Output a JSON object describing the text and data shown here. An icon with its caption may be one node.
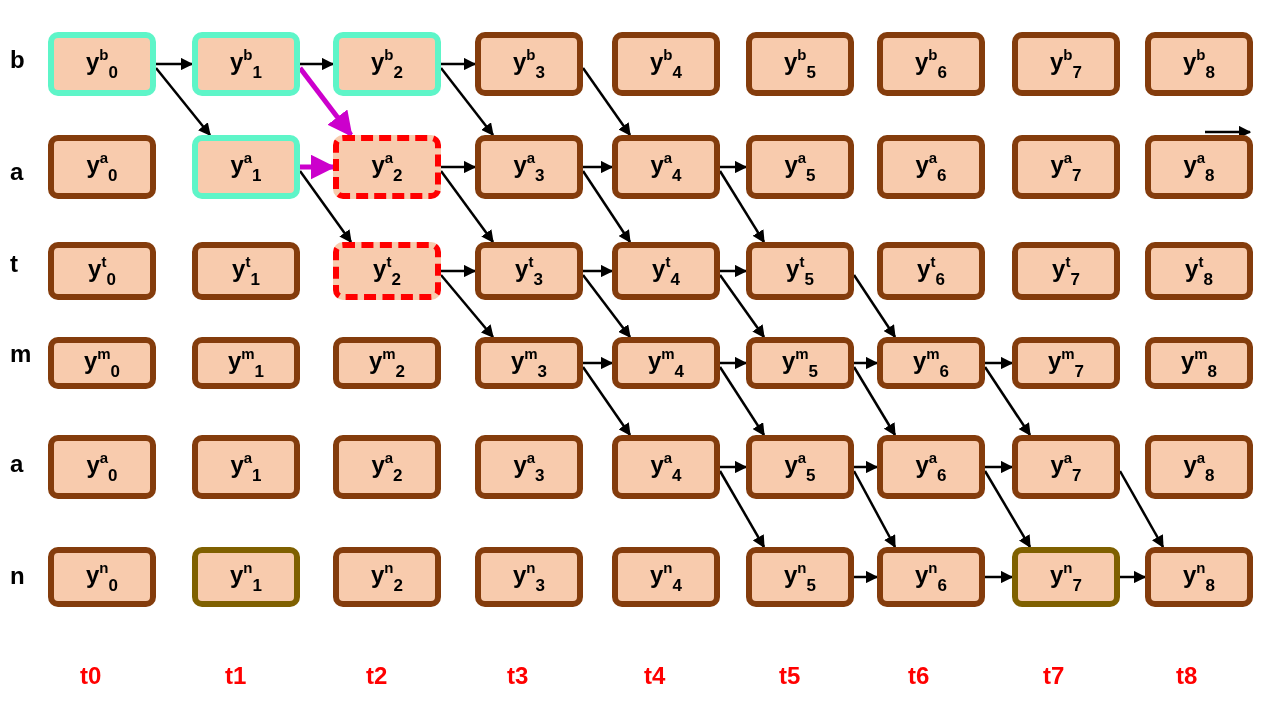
{
  "diagram": {
    "nodes": [
      {
        "text": [
          "y$^{b}$$_{0}$"
        ]
      },
      {
        "text": [
          "y$^{b}$$_{1}$"
        ]
      },
      {
        "text": [
          "y$^{b}$$_{2}$"
        ]
      },
      {
        "text": [
          "y$^{b}$$_{3}$"
        ]
      },
      {
        "text": [
          "y$^{b}$$_{4}$"
        ]
      },
      {
        "text": [
          "y$^{b}$$_{5}$"
        ]
      },
      {
        "text": [
          "y$^{b}$$_{6}$"
        ]
      },
      {
        "text": [
          "y$^{b}$$_{7}$"
        ]
      },
      {
        "text": [
          "y$^{b}$$_{8}$"
        ]
      },
      {
        "text": [
          "y$^{a}$$_{0}$"
        ]
      },
      {
        "text": [
          "y$^{a}$$_{1}$"
        ]
      },
      {
        "text": [
          "y$^{a}$$_{2}$"
        ]
      },
      {
        "text": [
          "y$^{a}$$_{3}$"
        ]
      },
      {
        "text": [
          "y$^{a}$$_{4}$"
        ]
      },
      {
        "text": [
          "y$^{a}$$_{5}$"
        ]
      },
      {
        "text": [
          "y$^{a}$$_{6}$"
        ]
      },
      {
        "text": [
          "y$^{a}$$_{7}$"
        ]
      },
      {
        "text": [
          "y$^{a}$$_{8}$"
        ]
      },
      {
        "text": [
          "y$^{t}$$_{0}$"
        ]
      },
      {
        "text": [
          "y$^{t}$$_{1}$"
        ]
      },
      {
        "text": [
          "y$^{t}$$_{2}$"
        ]
      },
      {
        "text": [
          "y$^{t}$$_{3}$"
        ]
      },
      {
        "text": [
          "y$^{t}$$_{4}$"
        ]
      },
      {
        "text": [
          "y$^{t}$$_{5}$"
        ]
      },
      {
        "text": [
          "y$^{t}$$_{6}$"
        ]
      },
      {
        "text": [
          "y$^{t}$$_{7}$"
        ]
      },
      {
        "text": [
          "y$^{t}$$_{8}$"
        ]
      },
      {
        "text": [
          "y$^{m}$$_{0}$"
        ]
      },
      {
        "text": [
          "y$^{m}$$_{1}$"
        ]
      },
      {
        "text": [
          "y$^{m}$$_{2}$"
        ]
      },
      {
        "text": [
          "y$^{m}$$_{3}$"
        ]
      },
      {
        "text": [
          "y$^{m}$$_{4}$"
        ]
      },
      {
        "text": [
          "y$^{m}$$_{5}$"
        ]
      },
      {
        "text": [
          "y$^{m}$$_{6}$"
        ]
      },
      {
        "text": [
          "y$^{m}$$_{7}$"
        ]
      },
      {
        "text": [
          "y$^{m}$$_{8}$"
        ]
      },
      {
        "text": [
          "y$^{a}$$_{0}$"
        ]
      },
      {
        "text": [
          "y$^{a}$$_{1}$"
        ]
      },
      {
        "text": [
          "y$^{a}$$_{2}$"
        ]
      },
      {
        "text": [
          "y$^{a}$$_{3}$"
        ]
      },
      {
        "text": [
          "y$^{a}$$_{4}$"
        ]
      },
      {
        "text": [
          "y$^{a}$$_{5}$"
        ]
      },
      {
        "text": [
          "y$^{a}$$_{6}$"
        ]
      },
      {
        "text": [
          "y$^{a}$$_{7}$"
        ]
      },
      {
        "text": [
          "y$^{a}$$_{8}$"
        ]
      },
      {
        "text": [
          "y$^{n}$$_{0}$"
        ]
      },
      {
        "text": [
          "y$^{n}$$_{1}$"
        ]
      },
      {
        "text": [
          "y$^{n}$$_{2}$"
        ]
      },
      {
        "text": [
          "y$^{n}$$_{3}$"
        ]
      },
      {
        "text": [
          "y$^{n}$$_{4}$"
        ]
      },
      {
        "text": [
          "y$^{n}$$_{5}$"
        ]
      },
      {
        "text": [
          "y$^{n}$$_{6}$"
        ]
      },
      {
        "text": [
          "y$^{n}$$_{7}$"
        ]
      },
      {
        "text": [
          "y$^{n}$$_{8}$"
        ]
      }
    ],
    "edges": [
      {
        "from": 0,
        "to": 1,
        "arrow": "to"
      },
      {
        "from": 0,
        "to": 10,
        "arrow": "to"
      },
      {
        "from": 1,
        "to": 2,
        "arrow": "to"
      },
      {
        "from": 1,
        "to": 11,
        "arrow": "to",
        "style": "thick",
        "color": "#cc00cc"
      },
      {
        "from": 10,
        "to": 11,
        "arrow": "to",
        "style": "thick",
        "color": "#cc00cc"
      },
      {
        "from": 10,
        "to": 20,
        "arrow": "to"
      },
      {
        "from": 2,
        "to": 3,
        "arrow": "to"
      },
      {
        "from": 2,
        "to": 12,
        "arrow": "to"
      },
      {
        "from": 11,
        "to": 12,
        "arrow": "to"
      },
      {
        "from": 11,
        "to": 21,
        "arrow": "to"
      },
      {
        "from": 20,
        "to": 21,
        "arrow": "to"
      },
      {
        "from": 20,
        "to": 30,
        "arrow": "to"
      },
      {
        "from": 3,
        "to": 13,
        "arrow": "to"
      },
      {
        "from": 12,
        "to": 13,
        "arrow": "to"
      },
      {
        "from": 12,
        "to": 22,
        "arrow": "to"
      },
      {
        "from": 21,
        "to": 22,
        "arrow": "to"
      },
      {
        "from": 21,
        "to": 31,
        "arrow": "to"
      },
      {
        "from": 30,
        "to": 31,
        "arrow": "to"
      },
      {
        "from": 30,
        "to": 40,
        "arrow": "to"
      },
      {
        "from": 13,
        "to": 14,
        "arrow": "to"
      },
      {
        "from": 13,
        "to": 23,
        "arrow": "to"
      },
      {
        "from": 22,
        "to": 23,
        "arrow": "to"
      },
      {
        "from": 22,
        "to": 32,
        "arrow": "to"
      },
      {
        "from": 31,
        "to": 32,
        "arrow": "to"
      },
      {
        "from": 31,
        "to": 41,
        "arrow": "to"
      },
      {
        "from": 40,
        "to": 41,
        "arrow": "to"
      },
      {
        "from": 40,
        "to": 50,
        "arrow": "to"
      },
      {
        "from": 23,
        "to": 33,
        "arrow": "to"
      },
      {
        "from": 32,
        "to": 33,
        "arrow": "to"
      },
      {
        "from": 32,
        "to": 42,
        "arrow": "to"
      },
      {
        "from": 41,
        "to": 42,
        "arrow": "to"
      },
      {
        "from": 41,
        "to": 51,
        "arrow": "to"
      },
      {
        "from": 33,
        "to": 34,
        "arrow": "to"
      },
      {
        "from": 33,
        "to": 43,
        "arrow": "to"
      },
      {
        "from": 42,
        "to": 43,
        "arrow": "to"
      },
      {
        "from": 42,
        "to": 52,
        "arrow": "to"
      },
      {
        "from": 50,
        "to": 51,
        "arrow": "to"
      },
      {
        "from": 51,
        "to": 52,
        "arrow": "to"
      },
      {
        "from": 52,
        "to": 53,
        "arrow": "to"
      },
      {
        "from": 43,
        "to": 53,
        "arrow": "to"
      }
    ],
    "labels": [
      "b",
      "a",
      "t",
      "m",
      "a",
      "n",
      "t0",
      "t1",
      "t2",
      "t3",
      "t4",
      "t5",
      "t6",
      "t7",
      "t8"
    ]
  }
}
